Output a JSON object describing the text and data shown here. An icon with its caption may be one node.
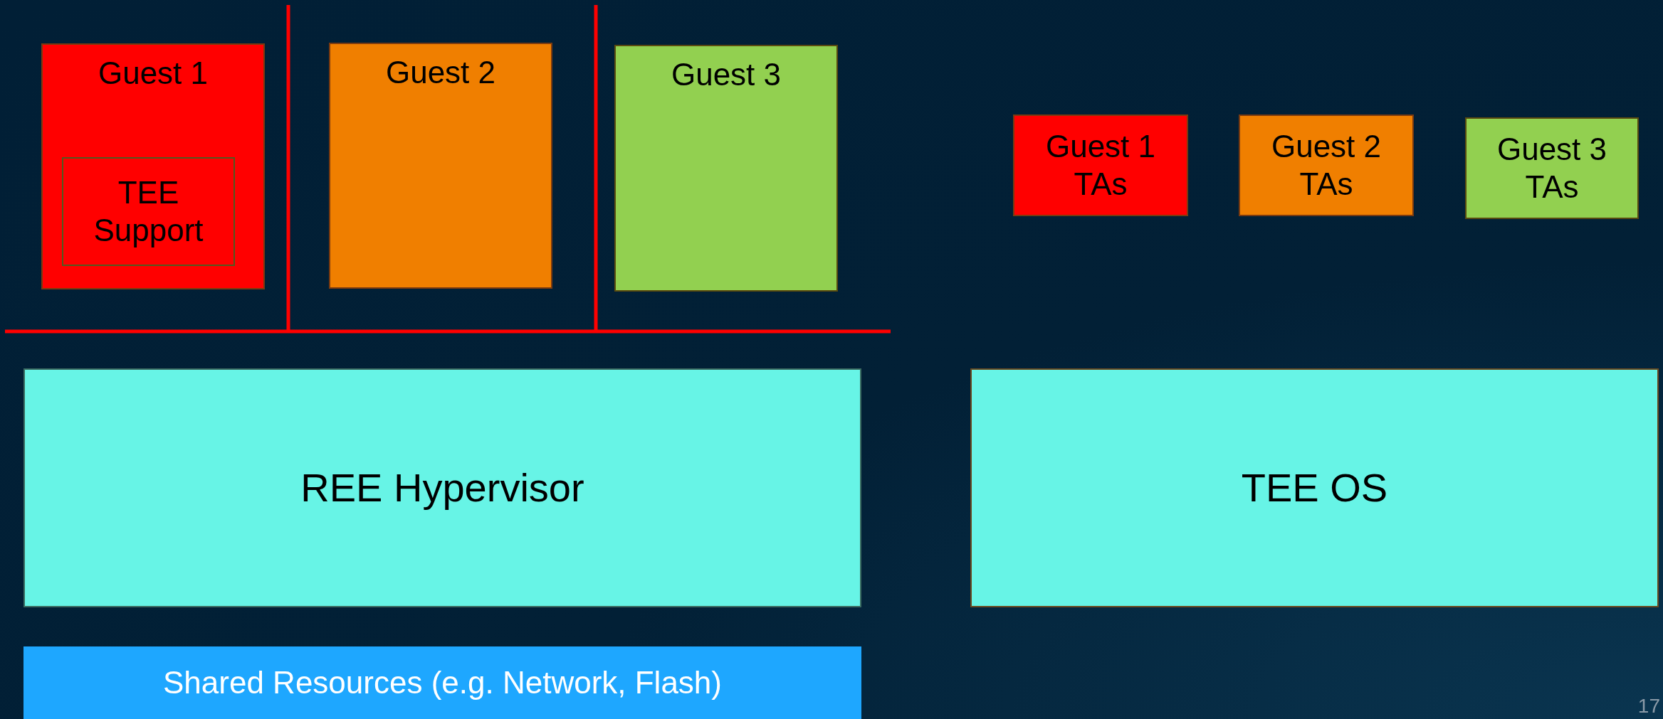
{
  "diagram": {
    "nodes": [
      {
        "text": [
          "Guest 1"
        ]
      },
      {
        "text": [
          "TEE Support"
        ],
        "in": 0
      },
      {
        "text": [
          "Guest 2"
        ]
      },
      {
        "text": [
          "Guest 3"
        ]
      },
      {
        "text": [
          "Guest 1 TAs"
        ]
      },
      {
        "text": [
          "Guest 2 TAs"
        ]
      },
      {
        "text": [
          "Guest 3 TAs"
        ]
      },
      {
        "text": [
          "REE Hypervisor"
        ]
      },
      {
        "text": [
          "TEE OS"
        ]
      },
      {
        "text": [
          "Shared Resources (e.g. Network, Flash)"
        ]
      }
    ],
    "labels": [
      "17"
    ]
  }
}
